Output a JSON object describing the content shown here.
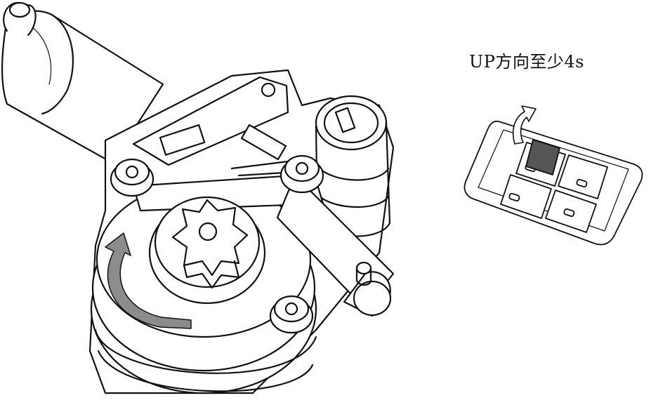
{
  "caption": "UP方向至少4s",
  "figures": {
    "left": "window-regulator-motor-drawing",
    "right": "power-window-switch-drawing"
  },
  "colors": {
    "line": "#111111",
    "arrow_gray": "#8c8c8c",
    "switch_dark": "#555555",
    "background": "#ffffff"
  },
  "icons": [
    "rotation-arrow",
    "up-direction-arrow"
  ]
}
